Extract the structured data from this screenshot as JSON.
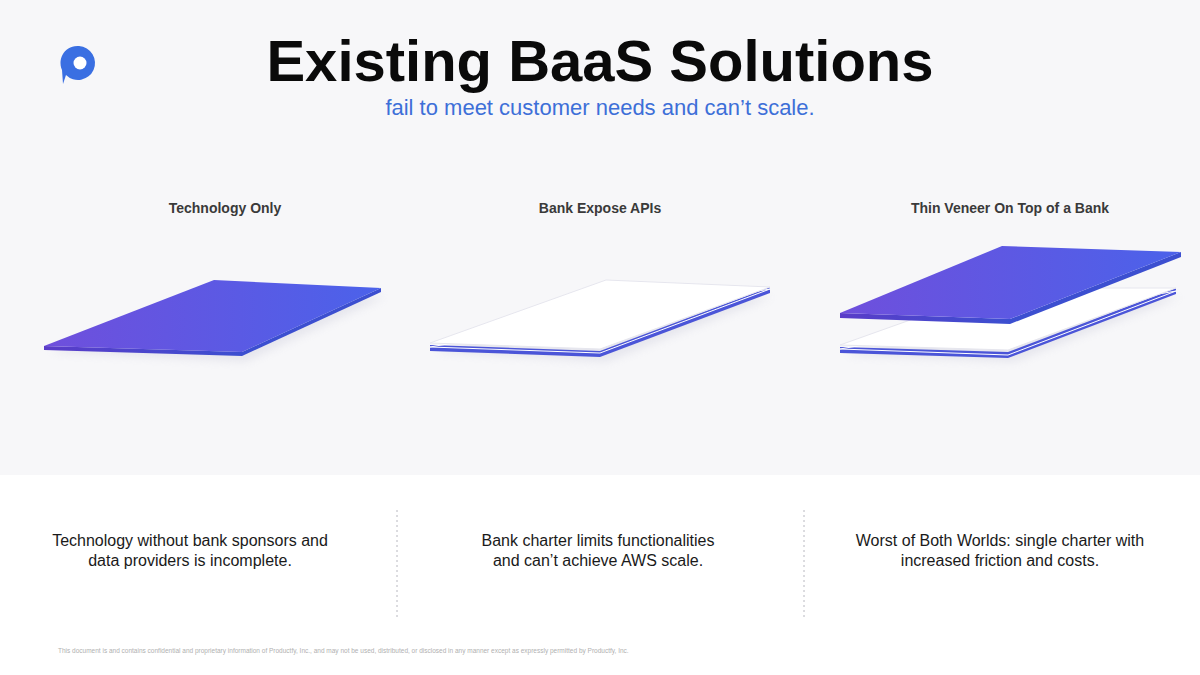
{
  "diagram": {
    "title": "Existing BaaS Solutions",
    "labels": [
      "fail to meet customer needs and can’t scale.",
      "Technology Only",
      "Bank Expose APIs",
      "Thin Veneer On Top of a Bank",
      "Technology without bank sponsors and data providers is incomplete.",
      "Bank charter limits functionalities and can’t achieve AWS scale.",
      "Worst of Both Worlds: single charter with increased friction and costs.",
      "This document is and contains confidential and proprietary information of Productfy, Inc., and may not be used, distributed, or disclosed in any manner except as expressly permitted by Productfy, Inc."
    ]
  }
}
